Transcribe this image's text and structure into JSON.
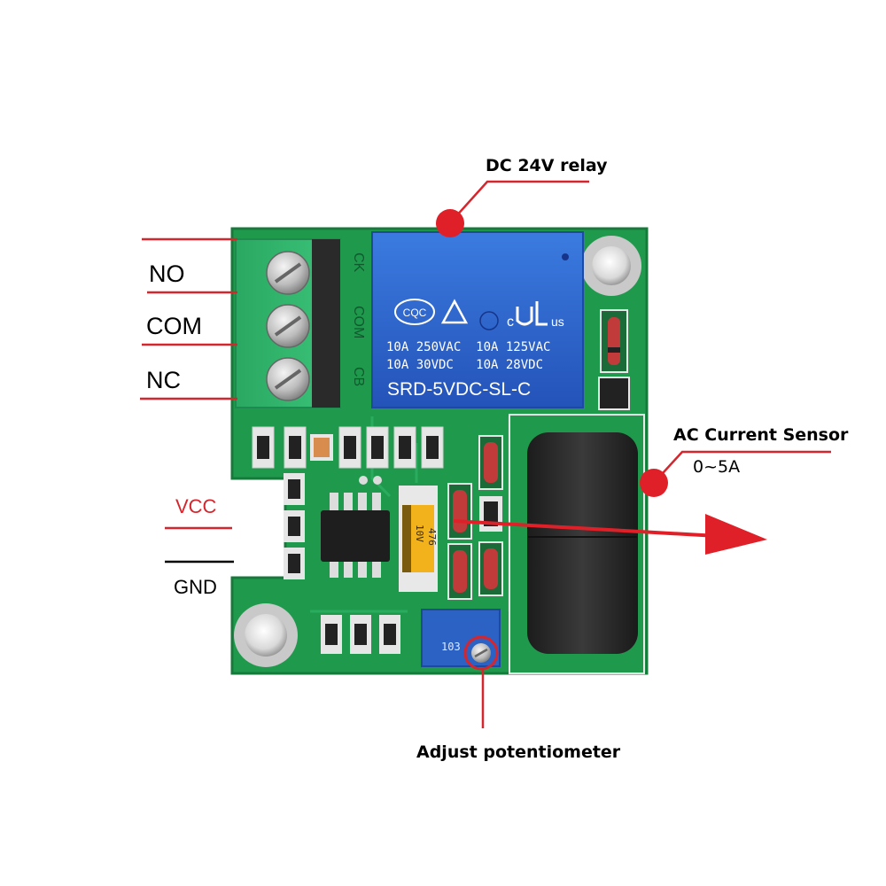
{
  "annotations": {
    "relay": "DC 24V relay",
    "sensor": "AC Current Sensor",
    "sensor_range": "0~5A",
    "potentiometer": "Adjust potentiometer"
  },
  "terminals": {
    "no": "NO",
    "com": "COM",
    "nc": "NC",
    "vcc": "VCC",
    "gnd": "GND"
  },
  "relay_markings": {
    "cert": "CQC",
    "ul_c": "c",
    "ul_us": "us",
    "line1": "10A 250VAC  10A 125VAC",
    "line2": "10A 30VDC   10A 28VDC",
    "model": "SRD-5VDC-SL-C"
  },
  "silkscreen": {
    "ck": "CK",
    "com": "COM",
    "cb": "CB"
  },
  "component_markings": {
    "capacitor": "476",
    "capacitor_value": "10V",
    "pot_code": "103"
  },
  "colors": {
    "pcb": "#1f9a4d",
    "pcb_dark": "#157a3a",
    "terminal": "#2fb36c",
    "relay": "#2a63c9",
    "pointer": "#d6262d",
    "sensor": "#2a2a2a",
    "trimmer": "#2b62c4"
  }
}
